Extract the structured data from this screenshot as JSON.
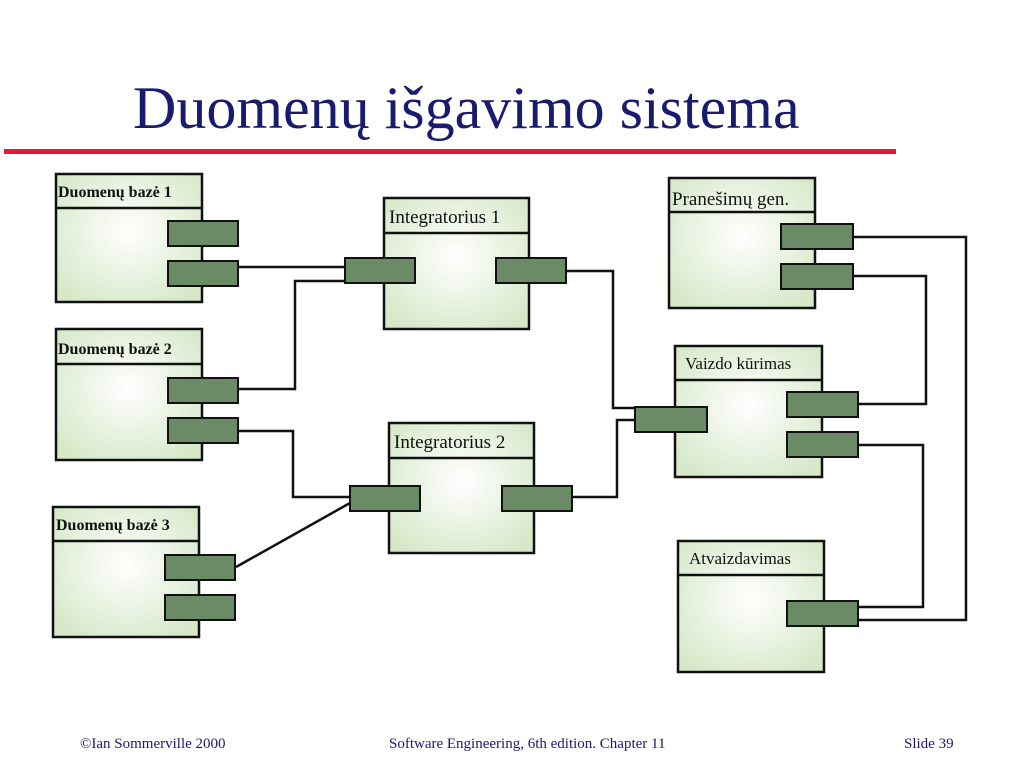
{
  "slide": {
    "title": "Duomenų išgavimo sistema",
    "accent_color": "#e8183a",
    "title_color": "#1a1a6e"
  },
  "diagram": {
    "components": [
      {
        "id": "db1",
        "label": "Duomenų bazė 1"
      },
      {
        "id": "db2",
        "label": "Duomenų bazė 2"
      },
      {
        "id": "db3",
        "label": "Duomenų bazė 3"
      },
      {
        "id": "int1",
        "label": "Integratorius 1"
      },
      {
        "id": "int2",
        "label": "Integratorius 2"
      },
      {
        "id": "rep",
        "label": "Pranešimų gen."
      },
      {
        "id": "vis",
        "label": "Vaizdo kūrimas"
      },
      {
        "id": "disp",
        "label": "Atvaizdavimas"
      }
    ],
    "colors": {
      "component_fill": "#d6e8c8",
      "port_fill": "#6b8a66",
      "line": "#111111"
    }
  },
  "footer": {
    "left": "©Ian Sommerville 2000",
    "center": "Software Engineering, 6th edition. Chapter 11",
    "right": "Slide 39"
  }
}
